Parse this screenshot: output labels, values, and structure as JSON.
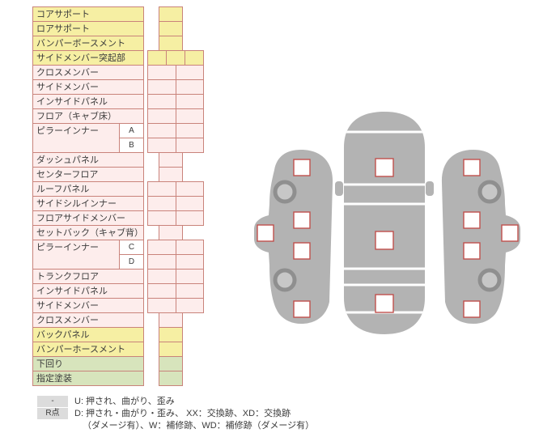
{
  "table": {
    "rows": [
      {
        "label": "コアサポート",
        "type": "yellow",
        "cells": 1
      },
      {
        "label": "ロアサポート",
        "type": "yellow",
        "cells": 1
      },
      {
        "label": "バンパーボースメント",
        "type": "yellow",
        "cells": 1
      },
      {
        "label": "サイドメンバー突起部",
        "type": "yellow",
        "cells": 3
      },
      {
        "label": "クロスメンバー",
        "type": "pink",
        "cells": 2
      },
      {
        "label": "サイドメンバー",
        "type": "pink",
        "cells": 2
      },
      {
        "label": "インサイドパネル",
        "type": "pink",
        "cells": 2
      },
      {
        "label": "フロア（キャブ床）",
        "type": "pink",
        "cells": 2
      },
      {
        "label": "ピラーインナー",
        "type": "pink",
        "subs": [
          {
            "label": "A",
            "cells": 2
          },
          {
            "label": "B",
            "cells": 2
          }
        ]
      },
      {
        "label": "ダッシュパネル",
        "type": "pink",
        "cells": 1
      },
      {
        "label": "センターフロア",
        "type": "pink",
        "cells": 1
      },
      {
        "label": "ルーフパネル",
        "type": "pink",
        "cells": 2
      },
      {
        "label": "サイドシルインナー",
        "type": "pink",
        "cells": 2
      },
      {
        "label": "フロアサイドメンバー",
        "type": "pink",
        "cells": 2
      },
      {
        "label": "セットバック（キャブ背）",
        "type": "pink",
        "cells": 1
      },
      {
        "label": "ピラーインナー",
        "type": "pink",
        "subs": [
          {
            "label": "C",
            "cells": 2
          },
          {
            "label": "D",
            "cells": 2
          }
        ]
      },
      {
        "label": "トランクフロア",
        "type": "pink",
        "cells": 2
      },
      {
        "label": "インサイドパネル",
        "type": "pink",
        "cells": 2
      },
      {
        "label": "サイドメンバー",
        "type": "pink",
        "cells": 2
      },
      {
        "label": "クロスメンバー",
        "type": "pink",
        "cells": 1
      },
      {
        "label": "バックパネル",
        "type": "yellow",
        "cells": 1
      },
      {
        "label": "バンパーホースメント",
        "type": "yellow",
        "cells": 1
      },
      {
        "label": "下回り",
        "type": "green",
        "cells": 1
      },
      {
        "label": "指定塗装",
        "type": "green",
        "cells": 1
      }
    ]
  },
  "legend": {
    "key1": "-",
    "text1": "U: 押され、曲がり、歪み",
    "key2": "R点",
    "text2": "D: 押され・曲がり・歪み、 XX：交換跡、XD：交換跡",
    "text3": "（ダメージ有）、W：補修跡、WD：補修跡（ダメージ有）"
  },
  "colors": {
    "line": "#C9837B",
    "yellow": "#F6EFA3",
    "pink": "#FDEDEC",
    "green": "#D7E4BC",
    "gray_body": "#B3B3B3",
    "wheel_ring": "#8F8F8F",
    "wheel_center": "#C7C7C7",
    "marker_border": "#C0504D",
    "legend_key_bg": "#DCDCDC",
    "text": "#3B3B3B"
  }
}
